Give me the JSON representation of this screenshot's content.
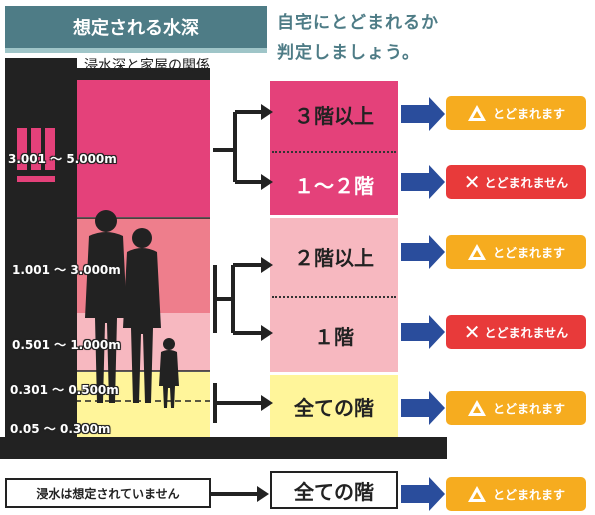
{
  "header": {
    "title": "想定される水深",
    "subtitle": "浸水深と家屋の関係",
    "right_title_line1": "自宅にとどまれるか",
    "right_title_line2": "判定しましょう。"
  },
  "ranges": {
    "r1": "3.001 ～ 5.000m",
    "r2": "1.001 ～ 3.000m",
    "r3": "0.501 ～ 1.000m",
    "r4": "0.301 ～ 0.500m",
    "r5": "0.05 ～ 0.300m"
  },
  "floors": {
    "f3up": "３階以上",
    "f12": "１～２階",
    "f2up": "２階以上",
    "f1": "１階",
    "fall": "全ての階",
    "fall2": "全ての階"
  },
  "results": {
    "stay": "とどまれます",
    "nostay": "とどまれません"
  },
  "no_flood": "浸水は想定されていません",
  "colors": {
    "deep_pink": "#e4417a",
    "pink": "#ee7e8c",
    "light_pink": "#f7b8c0",
    "yellow": "#fff59a",
    "teal": "#4e7c86",
    "orange": "#f6ac1f",
    "red": "#e83a3a",
    "blue_arrow": "#2a4d9c"
  },
  "icons": [
    "warning-triangle-icon",
    "cross-icon",
    "right-arrow-icon",
    "person-silhouette-icon",
    "house-silhouette-icon"
  ]
}
